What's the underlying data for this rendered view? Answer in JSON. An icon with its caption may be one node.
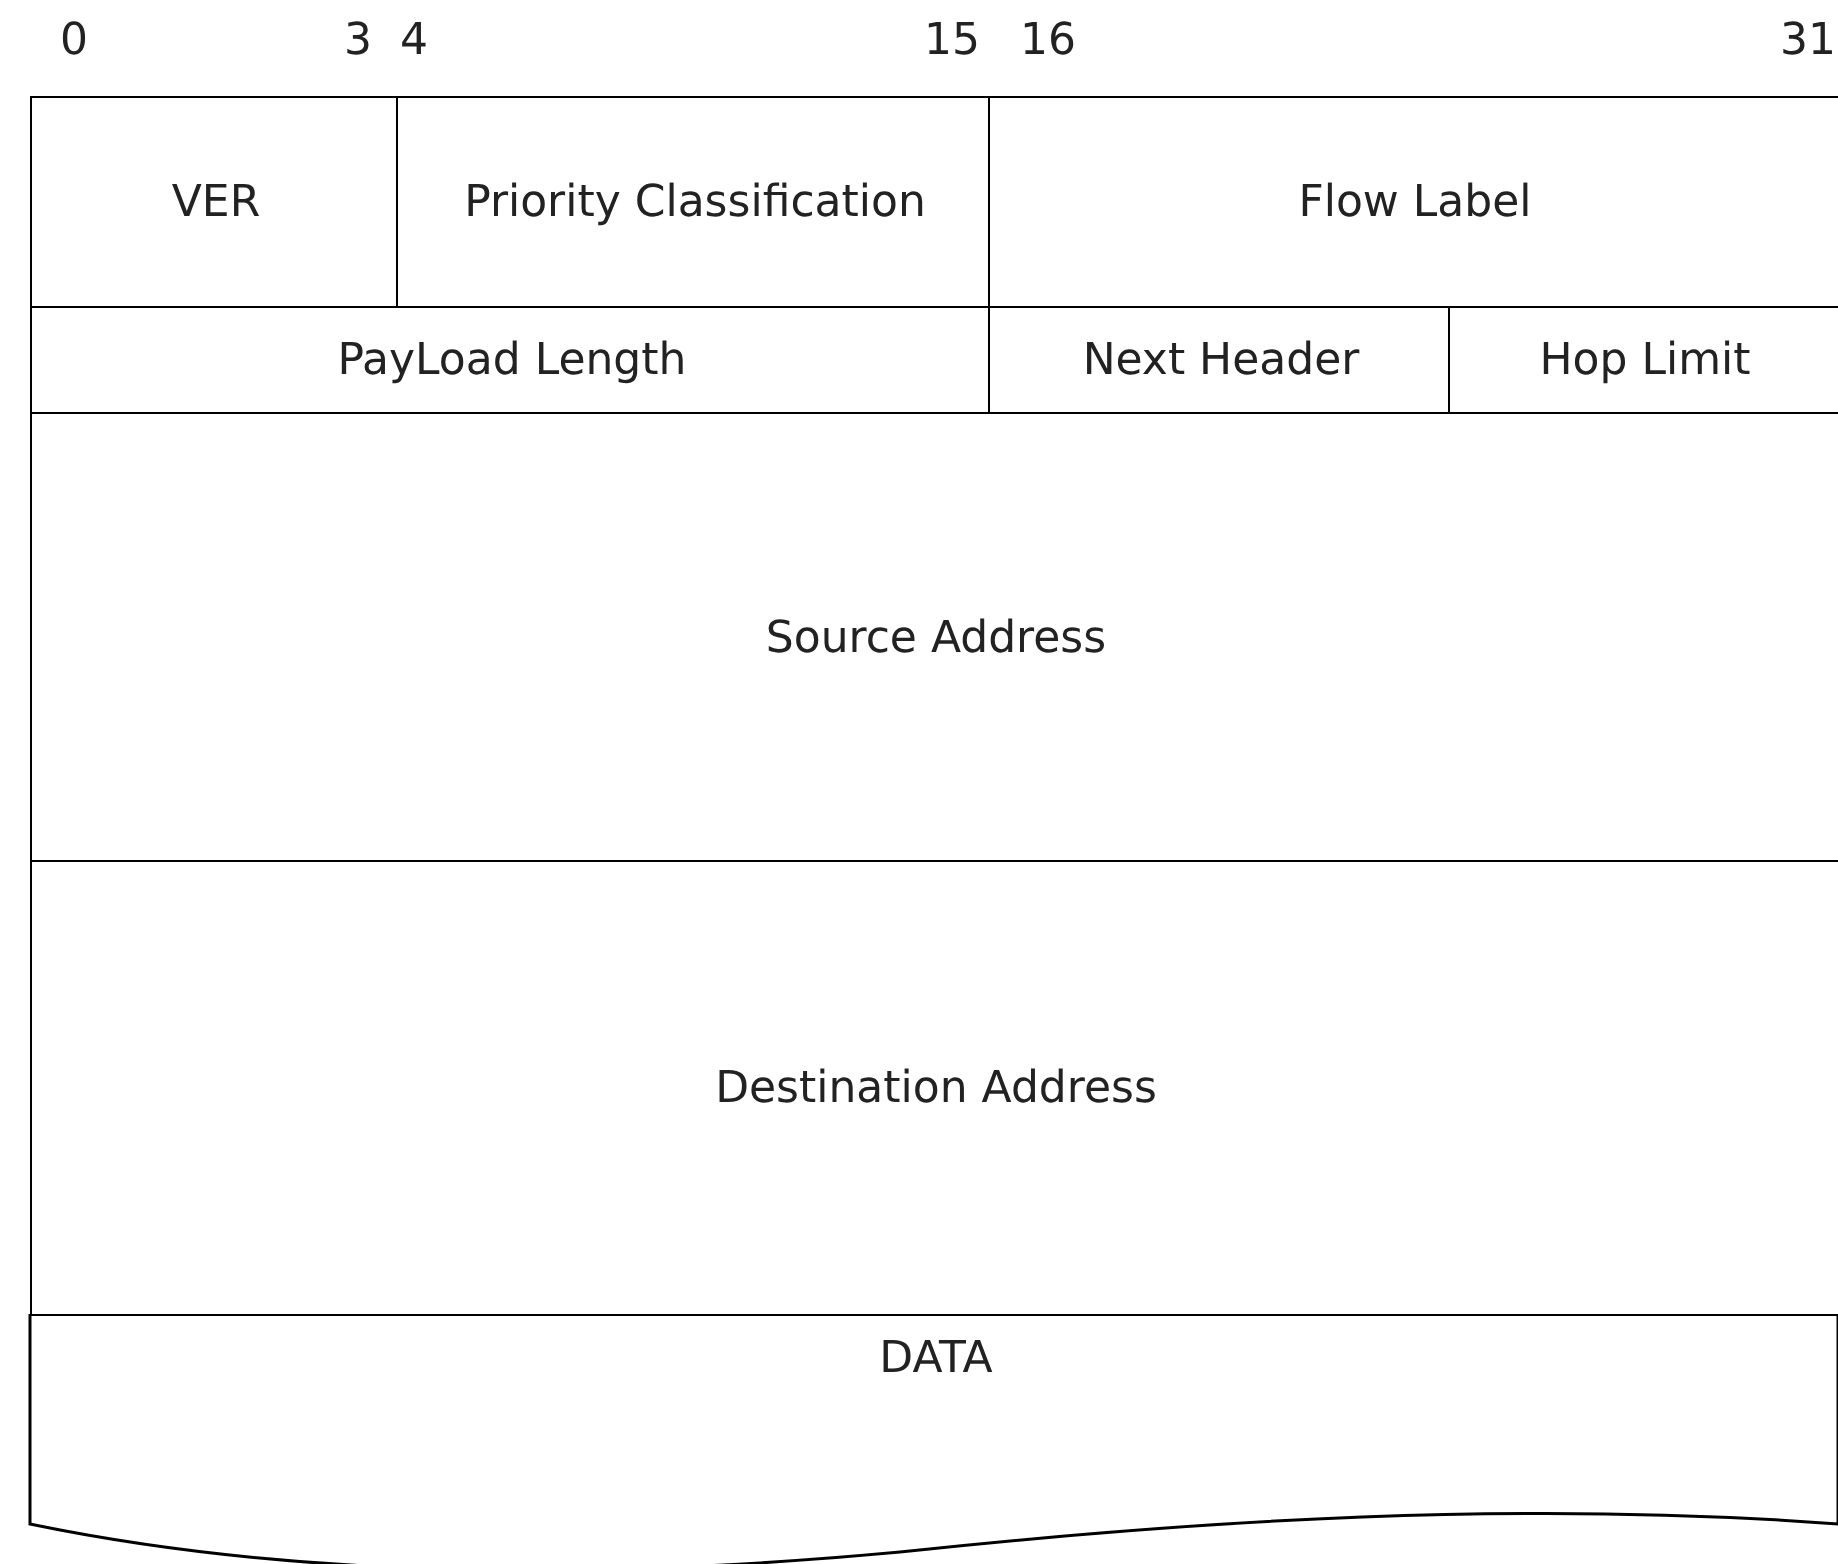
{
  "diagram": {
    "nodes": [
      {
        "text": [
          "VER"
        ]
      },
      {
        "text": [
          "Priority Classification"
        ]
      },
      {
        "text": [
          "Flow Label"
        ]
      },
      {
        "text": [
          "PayLoad Length"
        ]
      },
      {
        "text": [
          "Next Header"
        ]
      },
      {
        "text": [
          "Hop Limit"
        ]
      },
      {
        "text": [
          "Source Address"
        ]
      },
      {
        "text": [
          "Destination Address"
        ]
      },
      {
        "text": [
          "DATA"
        ]
      }
    ],
    "labels": [
      "0",
      "3",
      "4",
      "15",
      "16",
      "31"
    ]
  }
}
